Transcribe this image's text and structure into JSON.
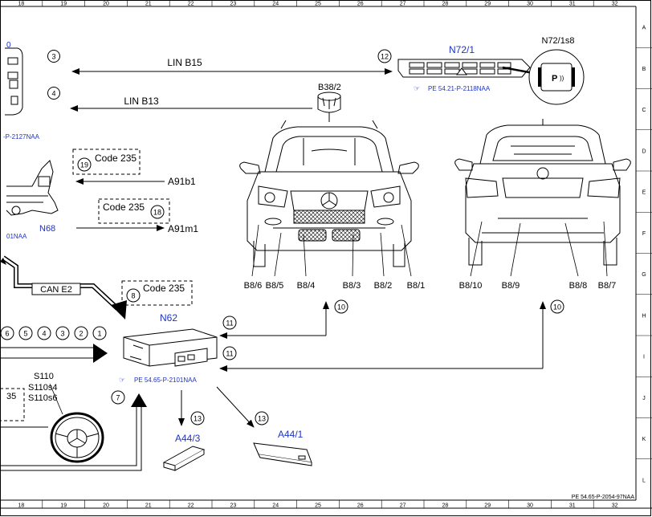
{
  "grid": {
    "columns": [
      "18",
      "19",
      "20",
      "21",
      "22",
      "23",
      "24",
      "25",
      "26",
      "27",
      "28",
      "29",
      "30",
      "31",
      "32"
    ],
    "rows": [
      "A",
      "B",
      "C",
      "D",
      "E",
      "F",
      "G",
      "H",
      "I",
      "J",
      "K",
      "L"
    ]
  },
  "components": {
    "n72_1": "N72/1",
    "n72_1s8": "N72/1s8",
    "b38_2": "B38/2",
    "n68": "N68",
    "n62": "N62",
    "a91b1": "A91b1",
    "a91m1": "A91m1",
    "s110": "S110",
    "s110s4": "S110s4",
    "s110s6": "S110s6",
    "a44_3": "A44/3",
    "a44_1": "A44/1",
    "left_partial": "0"
  },
  "buses": {
    "lin_b15": "LIN B15",
    "lin_b13": "LIN B13",
    "can_e2": "CAN E2"
  },
  "codes": {
    "c19": "Code 235",
    "c18": "Code 235",
    "c8": "Code 235",
    "partial": "35"
  },
  "references": {
    "n72": "PE 54.21-P-2118NAA",
    "n62": "PE 54.65-P-2101NAA",
    "left_top": "-P-2127NAA",
    "left_mid": "01NAA",
    "doc": "PE 54.65-P-2054-97NAA"
  },
  "callouts": {
    "c3": "3",
    "c4": "4",
    "c12": "12",
    "c19": "19",
    "c18": "18",
    "c8": "8",
    "c11a": "11",
    "c11b": "11",
    "c10a": "10",
    "c10b": "10",
    "c7": "7",
    "c13a": "13",
    "c13b": "13",
    "chain": [
      "6",
      "5",
      "4",
      "3",
      "2",
      "1"
    ]
  },
  "sensors_front": [
    "B8/6",
    "B8/5",
    "B8/4",
    "B8/3",
    "B8/2",
    "B8/1"
  ],
  "sensors_rear": [
    "B8/10",
    "B8/9",
    "B8/8",
    "B8/7"
  ],
  "switch_symbol": "P",
  "colors": {
    "label_blue": "#1d33c9",
    "line": "#000000"
  }
}
